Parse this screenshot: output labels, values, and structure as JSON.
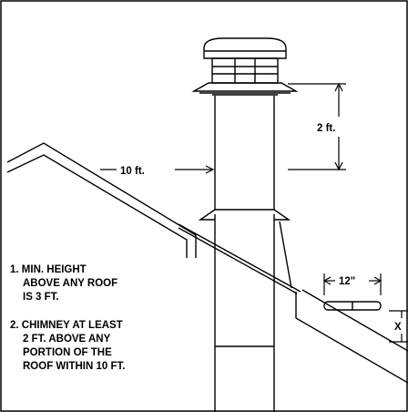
{
  "dimensions": {
    "height_label": "2 ft.",
    "distance_label": "10 ft.",
    "vent_width_label": "12\"",
    "vent_height_label": "X"
  },
  "notes": [
    {
      "num": "1.",
      "lines": [
        "MIN. HEIGHT",
        "ABOVE ANY ROOF",
        "IS 3 FT."
      ]
    },
    {
      "num": "2.",
      "lines": [
        "CHIMNEY AT LEAST",
        "2 FT. ABOVE ANY",
        "PORTION OF THE",
        "ROOF WITHIN 10 FT."
      ]
    }
  ]
}
